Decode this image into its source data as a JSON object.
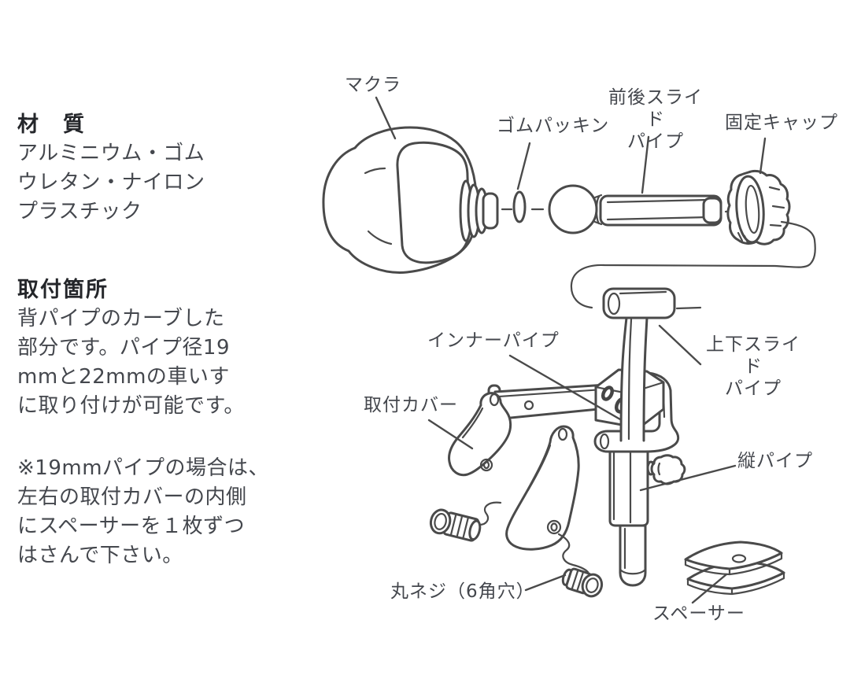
{
  "colors": {
    "background": "#ffffff",
    "line_ink": "#4a4a4a",
    "text_ink": "#44474d",
    "heading_ink": "#24262a"
  },
  "info_panel": {
    "material": {
      "heading": "材　質",
      "lines": [
        "アルミニウム・ゴム",
        "ウレタン・ナイロン",
        "プラスチック"
      ]
    },
    "mounting": {
      "heading": "取付箇所",
      "lines": [
        "背パイプのカーブした",
        "部分です。パイプ径19",
        "mmと22mmの車いす",
        "に取り付けが可能です。"
      ]
    },
    "note": {
      "lines": [
        "※19mmパイプの場合は、",
        "左右の取付カバーの内側",
        "にスペーサーを１枚ずつ",
        "はさんで下さい。"
      ]
    }
  },
  "diagram": {
    "labels": {
      "makura": "マクラ",
      "gomu_packing": "ゴムパッキン",
      "zengo_slide": [
        "前後スライド",
        "パイプ"
      ],
      "kotei_cap": "固定キャップ",
      "inner_pipe": "インナーパイプ",
      "joge_slide": [
        "上下スライド",
        "パイプ"
      ],
      "toritsuke_cover": "取付カバー",
      "tate_pipe": "縦パイプ",
      "maru_neji": "丸ネジ（6角穴）",
      "spacer": "スペーサー"
    }
  }
}
